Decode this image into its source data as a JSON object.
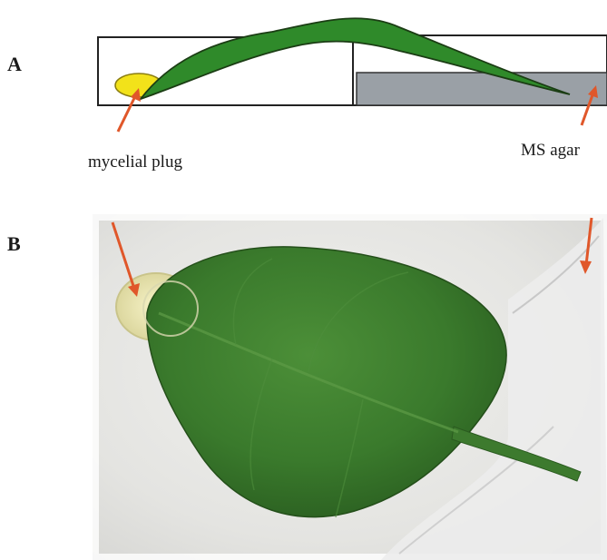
{
  "panels": {
    "a": {
      "letter": "A"
    },
    "b": {
      "letter": "B"
    }
  },
  "annotations": {
    "mycelial_plug": "mycelial plug",
    "ms_agar": "MS agar"
  },
  "colors": {
    "leaf": "#2f8a2a",
    "leaf_outline": "#1b3d14",
    "plug": "#f2e21a",
    "agar": "#9aa0a6",
    "arrow": "#e0572a",
    "photo_leaf": "#3a7a2c",
    "photo_bg": "#e8e8e6"
  }
}
